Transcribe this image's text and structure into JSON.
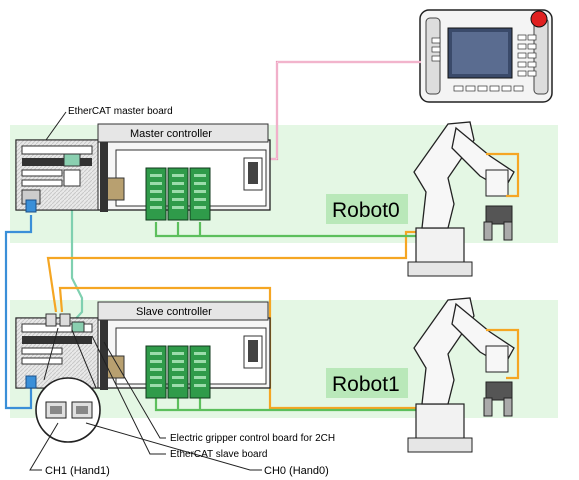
{
  "labels": {
    "master_board": "EtherCAT master board",
    "master_controller": "Master controller",
    "slave_controller": "Slave controller",
    "robot0": "Robot0",
    "robot1": "Robot1",
    "gripper_board": "Electric gripper control board for 2CH",
    "slave_board": "EtherCAT slave board",
    "ch1": "CH1 (Hand1)",
    "ch0": "CH0 (Hand0)"
  },
  "colors": {
    "zone_bg": "#e4f7e4",
    "robot_label_bg": "#b9e8b9",
    "ethercat_cable": "#3a8fd8",
    "teach_cable": "#e986ae",
    "hand_cable": "#f5a623",
    "motor_cable": "#5cbf5c",
    "network_cable": "#7fd0b0",
    "terminal_green": "#2f9b4a"
  },
  "icons": {
    "pendant": "teach-pendant-icon",
    "robot": "robot-arm-icon",
    "controller": "robot-controller-icon"
  }
}
